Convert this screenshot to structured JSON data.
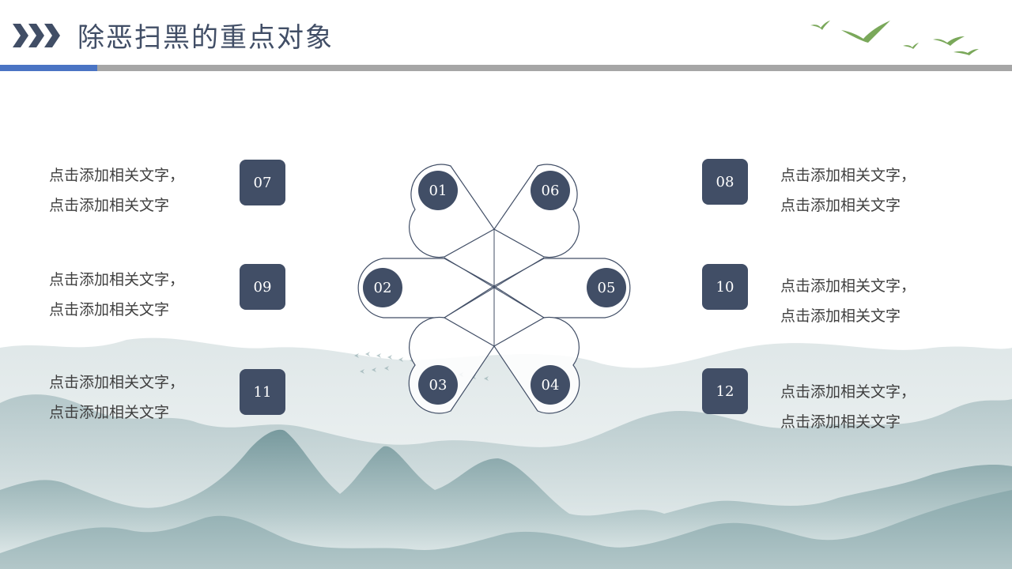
{
  "header": {
    "title": "除恶扫黑的重点对象"
  },
  "colors": {
    "accent_blue": "#4a74c4",
    "dark_navy": "#414e66",
    "divider_grey": "#a6a6a6",
    "bird_green": "#7aa85a",
    "mountain_teal": "#6f9499"
  },
  "diagram": {
    "petals": [
      {
        "id": "p1",
        "label": "01"
      },
      {
        "id": "p2",
        "label": "02"
      },
      {
        "id": "p3",
        "label": "03"
      },
      {
        "id": "p4",
        "label": "04"
      },
      {
        "id": "p5",
        "label": "05"
      },
      {
        "id": "p6",
        "label": "06"
      }
    ]
  },
  "left_items": [
    {
      "number": "07",
      "line1": "点击添加相关文字，",
      "line2": "点击添加相关文字"
    },
    {
      "number": "09",
      "line1": "点击添加相关文字，",
      "line2": "点击添加相关文字"
    },
    {
      "number": "11",
      "line1": "点击添加相关文字，",
      "line2": "点击添加相关文字"
    }
  ],
  "right_items": [
    {
      "number": "08",
      "line1": "点击添加相关文字，",
      "line2": "点击添加相关文字"
    },
    {
      "number": "10",
      "line1": "点击添加相关文字，",
      "line2": "点击添加相关文字"
    },
    {
      "number": "12",
      "line1": "点击添加相关文字，",
      "line2": "点击添加相关文字"
    }
  ],
  "decor": {
    "chevrons_icon": "triple-chevron-right-icon",
    "birds_icon": "flying-birds-icon",
    "mountains_icon": "ink-mountains-icon"
  }
}
